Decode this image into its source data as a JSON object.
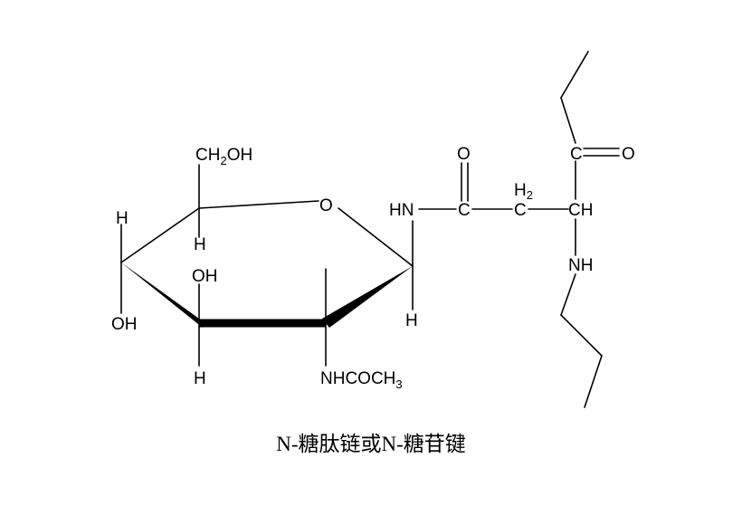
{
  "molecule": {
    "ring_oxygen": "O",
    "ch2oh": {
      "main": "CH",
      "sub": "2",
      "tail": "OH"
    },
    "c4_h": "H",
    "c5_h": "H",
    "c3_oh": "OH",
    "c2_oh": "OH",
    "c2_h": "H",
    "c1_h": "H",
    "nhcoch3": {
      "main": "NHCOCH",
      "sub": "3"
    },
    "anomeric_nh": "HN",
    "amide_c": "C",
    "amide_o": "O",
    "ch2": {
      "main": "C",
      "h_label": "H",
      "sub": "2"
    },
    "alpha_ch": "CH",
    "ketone_c": "C",
    "ketone_o": "O",
    "backbone_nh": "NH"
  },
  "caption": "N-糖肽链或N-糖苷键",
  "colors": {
    "ink": "#000000",
    "background": "#ffffff"
  }
}
